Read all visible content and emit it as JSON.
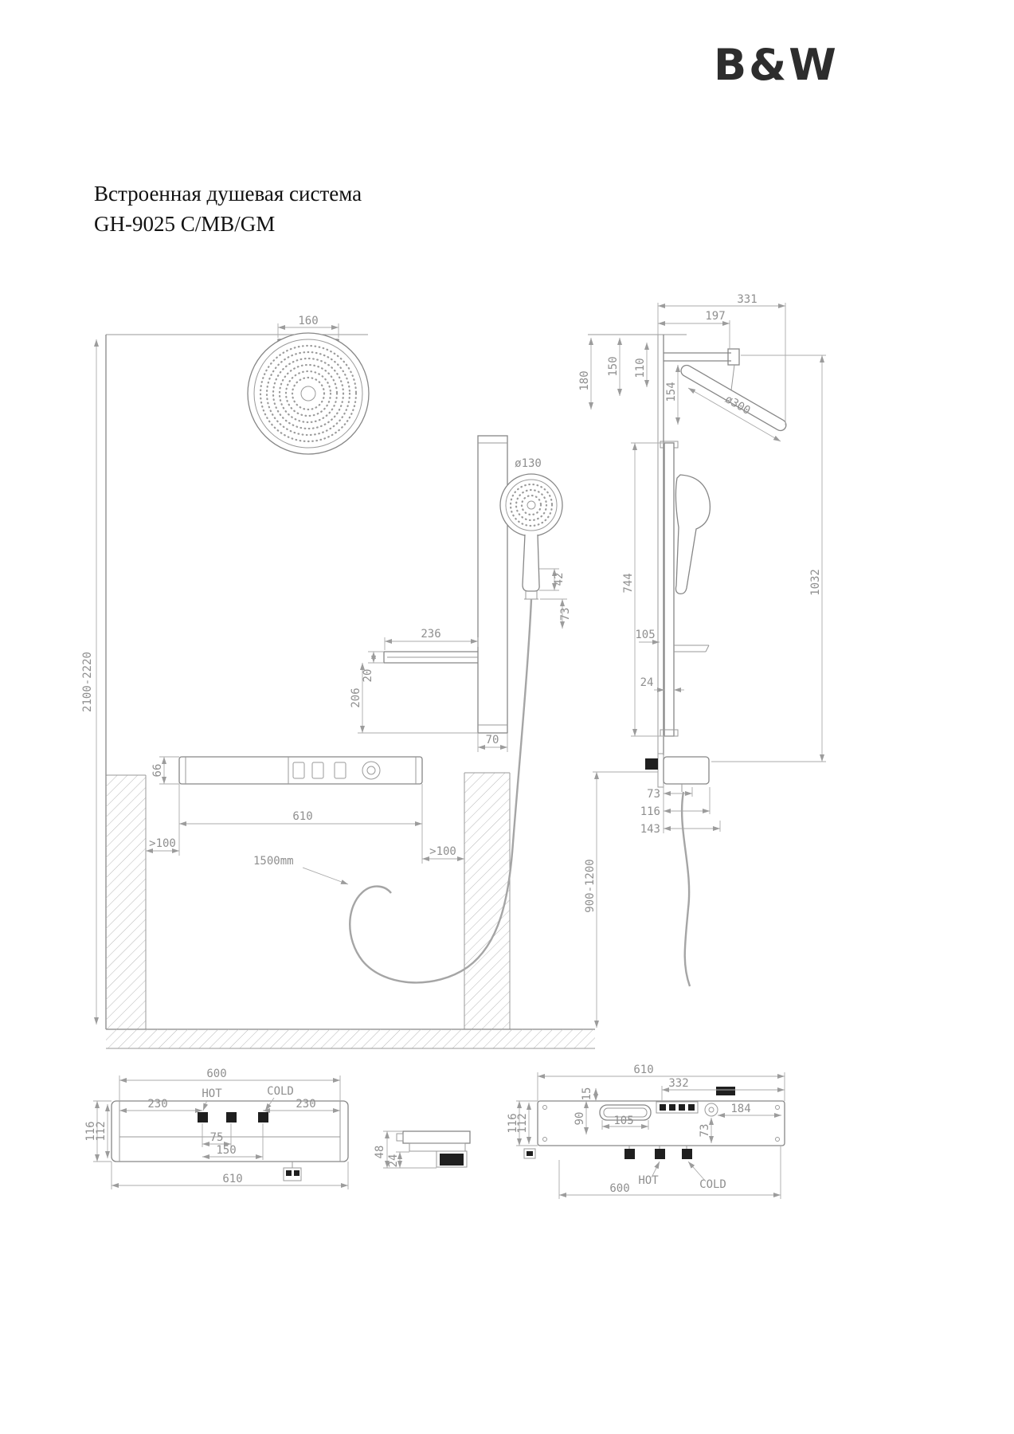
{
  "logo": "B&W",
  "title": {
    "product": "Встроенная душевая система",
    "model": "GH-9025 C/MB/GM"
  },
  "front": {
    "head_width": "160",
    "install_height": "2100-2220",
    "hand_shower_dia": "ø130",
    "d42": "42",
    "d73": "73",
    "shelf_width": "236",
    "d20": "20",
    "d206": "206",
    "d70": "70",
    "d66": "66",
    "bar_length": "610",
    "min_left": ">100",
    "min_right": ">100",
    "hose": "1500mm"
  },
  "side": {
    "d331": "331",
    "d197": "197",
    "d150": "150",
    "d110": "110",
    "d180": "180",
    "d154": "154",
    "head_dia": "ø300",
    "d744": "744",
    "d1032": "1032",
    "d105": "105",
    "d24": "24",
    "d73": "73",
    "d116": "116",
    "d143": "143",
    "mount_height": "900-1200"
  },
  "plan_left": {
    "d600": "600",
    "d230_left": "230",
    "hot": "HOT",
    "cold": "COLD",
    "d230_right": "230",
    "d75": "75",
    "d150": "150",
    "d116": "116",
    "d112": "112",
    "d610": "610"
  },
  "section_mid": {
    "d48": "48",
    "d24": "24"
  },
  "plan_right": {
    "d610": "610",
    "d332": "332",
    "d15": "15",
    "d184": "184",
    "d105": "105",
    "d90": "90",
    "d73": "73",
    "d116": "116",
    "d112": "112",
    "hot": "HOT",
    "cold": "COLD",
    "d600": "600"
  }
}
